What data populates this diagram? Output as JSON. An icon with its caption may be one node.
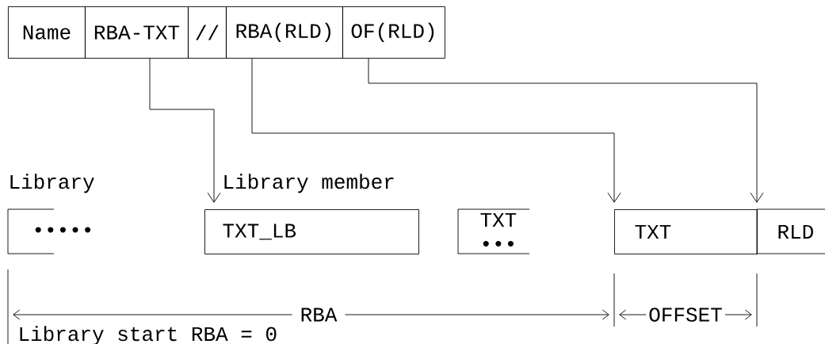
{
  "diagram": {
    "nodes": [
      {
        "text": [
          "Name"
        ]
      },
      {
        "text": [
          "RBA-TXT"
        ]
      },
      {
        "text": [
          "//"
        ]
      },
      {
        "text": [
          "RBA(RLD)"
        ]
      },
      {
        "text": [
          "OF(RLD)"
        ]
      },
      {
        "text": [
          "•••••"
        ],
        "beside": [
          "Library"
        ]
      },
      {
        "text": [
          "TXT_LB"
        ],
        "beside": [
          "Library member"
        ]
      },
      {
        "text": [
          "TXT •••"
        ]
      },
      {
        "text": [
          "TXT"
        ]
      },
      {
        "text": [
          "RLD"
        ]
      }
    ],
    "edges": [
      {
        "from": 1,
        "to": 6,
        "arrow": "to"
      },
      {
        "from": 3,
        "to": 8,
        "arrow": "to"
      },
      {
        "from": 4,
        "to": 9,
        "arrow": "to"
      }
    ],
    "labels": [
      "RBA",
      "OFFSET",
      "Library start RBA = 0"
    ]
  }
}
